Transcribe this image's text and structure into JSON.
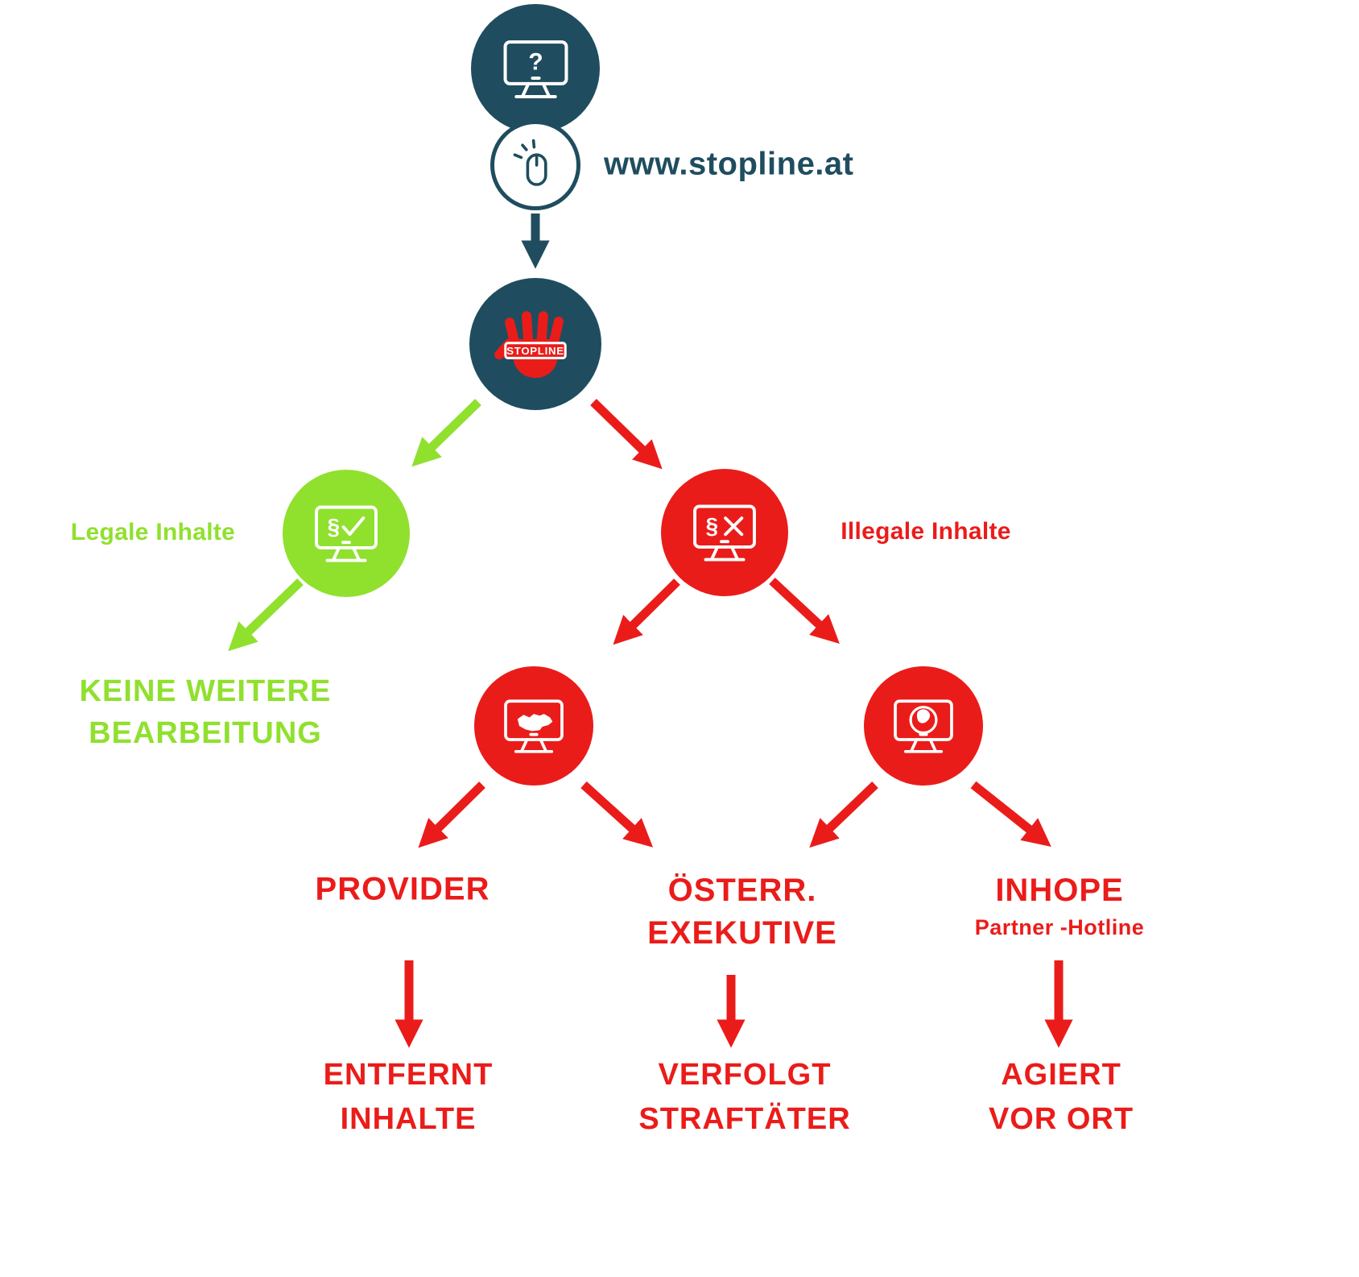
{
  "colors": {
    "teal": "#1f4d5f",
    "red": "#ea1c1a",
    "green": "#90e02e",
    "background": "#ffffff"
  },
  "glyphs": {
    "question": "?",
    "paragraph": "§"
  },
  "icons": {
    "reporter": "monitor-question-icon",
    "report_click": "mouse-click-icon",
    "stopline": "stop-hand-icon",
    "legal": "monitor-paragraph-check-icon",
    "illegal": "monitor-paragraph-x-icon",
    "austria": "monitor-austria-map-icon",
    "international": "monitor-globe-icon"
  },
  "flow": {
    "url": "www.stopline.at",
    "stopline_logo": "STOPLINE",
    "branches": {
      "legal": {
        "label": "Legale Inhalte",
        "outcome_line1": "KEINE WEITERE",
        "outcome_line2": "BEARBEITUNG"
      },
      "illegal": {
        "label": "Illegale Inhalte"
      }
    },
    "destinations": {
      "provider": {
        "title": "PROVIDER",
        "outcome_line1": "ENTFERNT",
        "outcome_line2": "INHALTE"
      },
      "executive": {
        "title_line1": "ÖSTERR.",
        "title_line2": "EXEKUTIVE",
        "outcome_line1": "VERFOLGT",
        "outcome_line2": "STRAFTÄTER"
      },
      "inhope": {
        "title": "INHOPE",
        "subtitle": "Partner -Hotline",
        "outcome_line1": "AGIERT",
        "outcome_line2": "VOR ORT"
      }
    }
  }
}
